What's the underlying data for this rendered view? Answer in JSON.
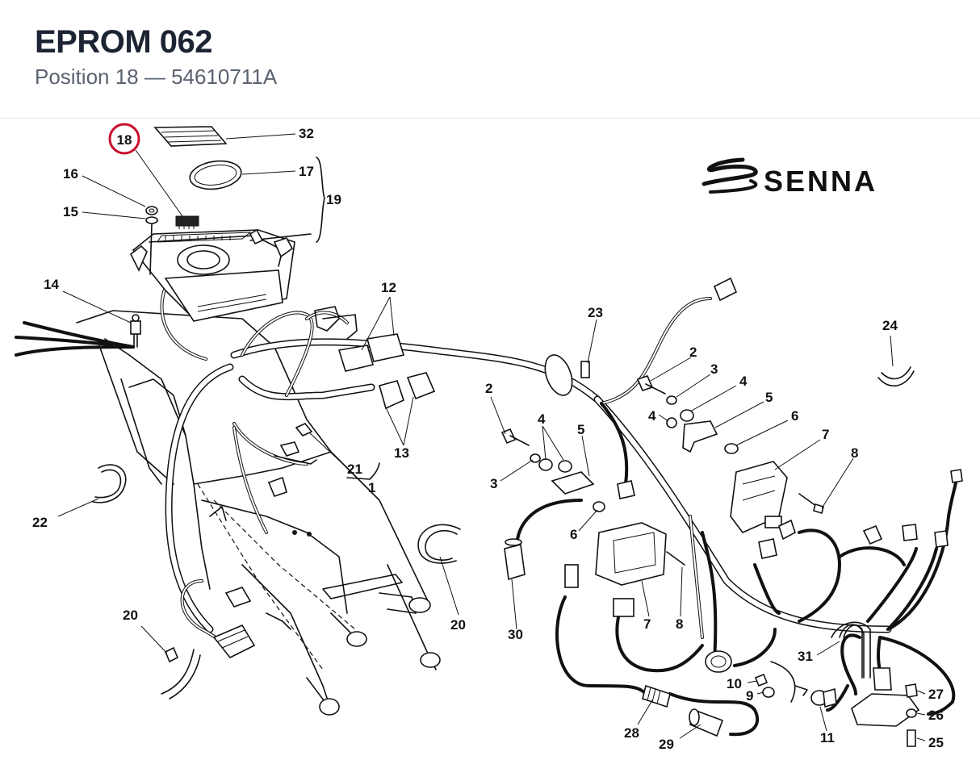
{
  "header": {
    "title": "EPROM 062",
    "subtitle": "Position 18 — 54610711A"
  },
  "logo": {
    "text": "SENNA"
  },
  "highlight": {
    "label": "18",
    "color": "#c8102e"
  },
  "callouts": [
    {
      "label": "32"
    },
    {
      "label": "17"
    },
    {
      "label": "19"
    },
    {
      "label": "16"
    },
    {
      "label": "15"
    },
    {
      "label": "14"
    },
    {
      "label": "12"
    },
    {
      "label": "13"
    },
    {
      "label": "21"
    },
    {
      "label": "1"
    },
    {
      "label": "22"
    },
    {
      "label": "20"
    },
    {
      "label": "20"
    },
    {
      "label": "23"
    },
    {
      "label": "2"
    },
    {
      "label": "3"
    },
    {
      "label": "4"
    },
    {
      "label": "4"
    },
    {
      "label": "5"
    },
    {
      "label": "6"
    },
    {
      "label": "7"
    },
    {
      "label": "8"
    },
    {
      "label": "2"
    },
    {
      "label": "3"
    },
    {
      "label": "4"
    },
    {
      "label": "5"
    },
    {
      "label": "6"
    },
    {
      "label": "7"
    },
    {
      "label": "8"
    },
    {
      "label": "30"
    },
    {
      "label": "24"
    },
    {
      "label": "31"
    },
    {
      "label": "10"
    },
    {
      "label": "9"
    },
    {
      "label": "11"
    },
    {
      "label": "27"
    },
    {
      "label": "26"
    },
    {
      "label": "25"
    },
    {
      "label": "28"
    },
    {
      "label": "29"
    }
  ]
}
